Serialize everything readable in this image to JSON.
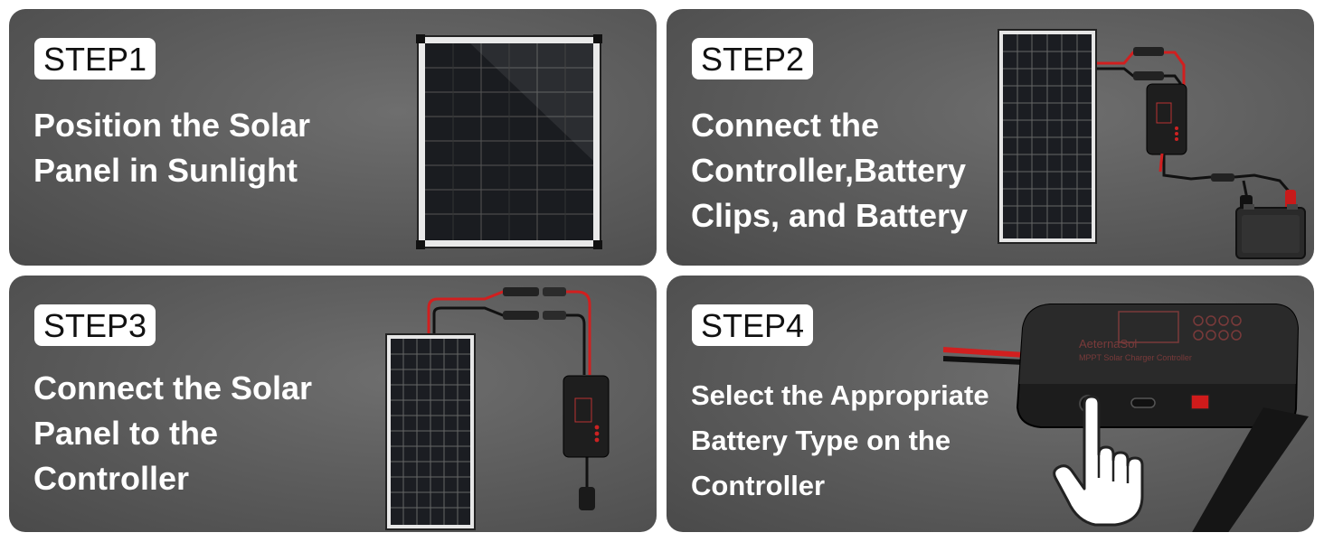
{
  "steps": [
    {
      "badge": "STEP1",
      "title": "Position the Solar\nPanel in Sunlight"
    },
    {
      "badge": "STEP2",
      "title": "Connect the\nController,Battery\nClips, and Battery"
    },
    {
      "badge": "STEP3",
      "title": "Connect the Solar\nPanel to the\nController"
    },
    {
      "badge": "STEP4",
      "title": "Select the Appropriate\nBattery Type on the\nController"
    }
  ],
  "controller": {
    "brand": "AeternaSol",
    "model": "MPPT Solar Charger Controller"
  },
  "icons": [
    "solar-panel-icon",
    "charge-controller-icon",
    "battery-icon",
    "battery-clip-icon",
    "cable-connector-icon",
    "pointing-hand-icon",
    "usb-port-icon"
  ],
  "colors": {
    "card_bg": "#5a5a5a",
    "badge_bg": "#ffffff",
    "title_text": "#ffffff",
    "cable_red": "#d11f1f"
  }
}
